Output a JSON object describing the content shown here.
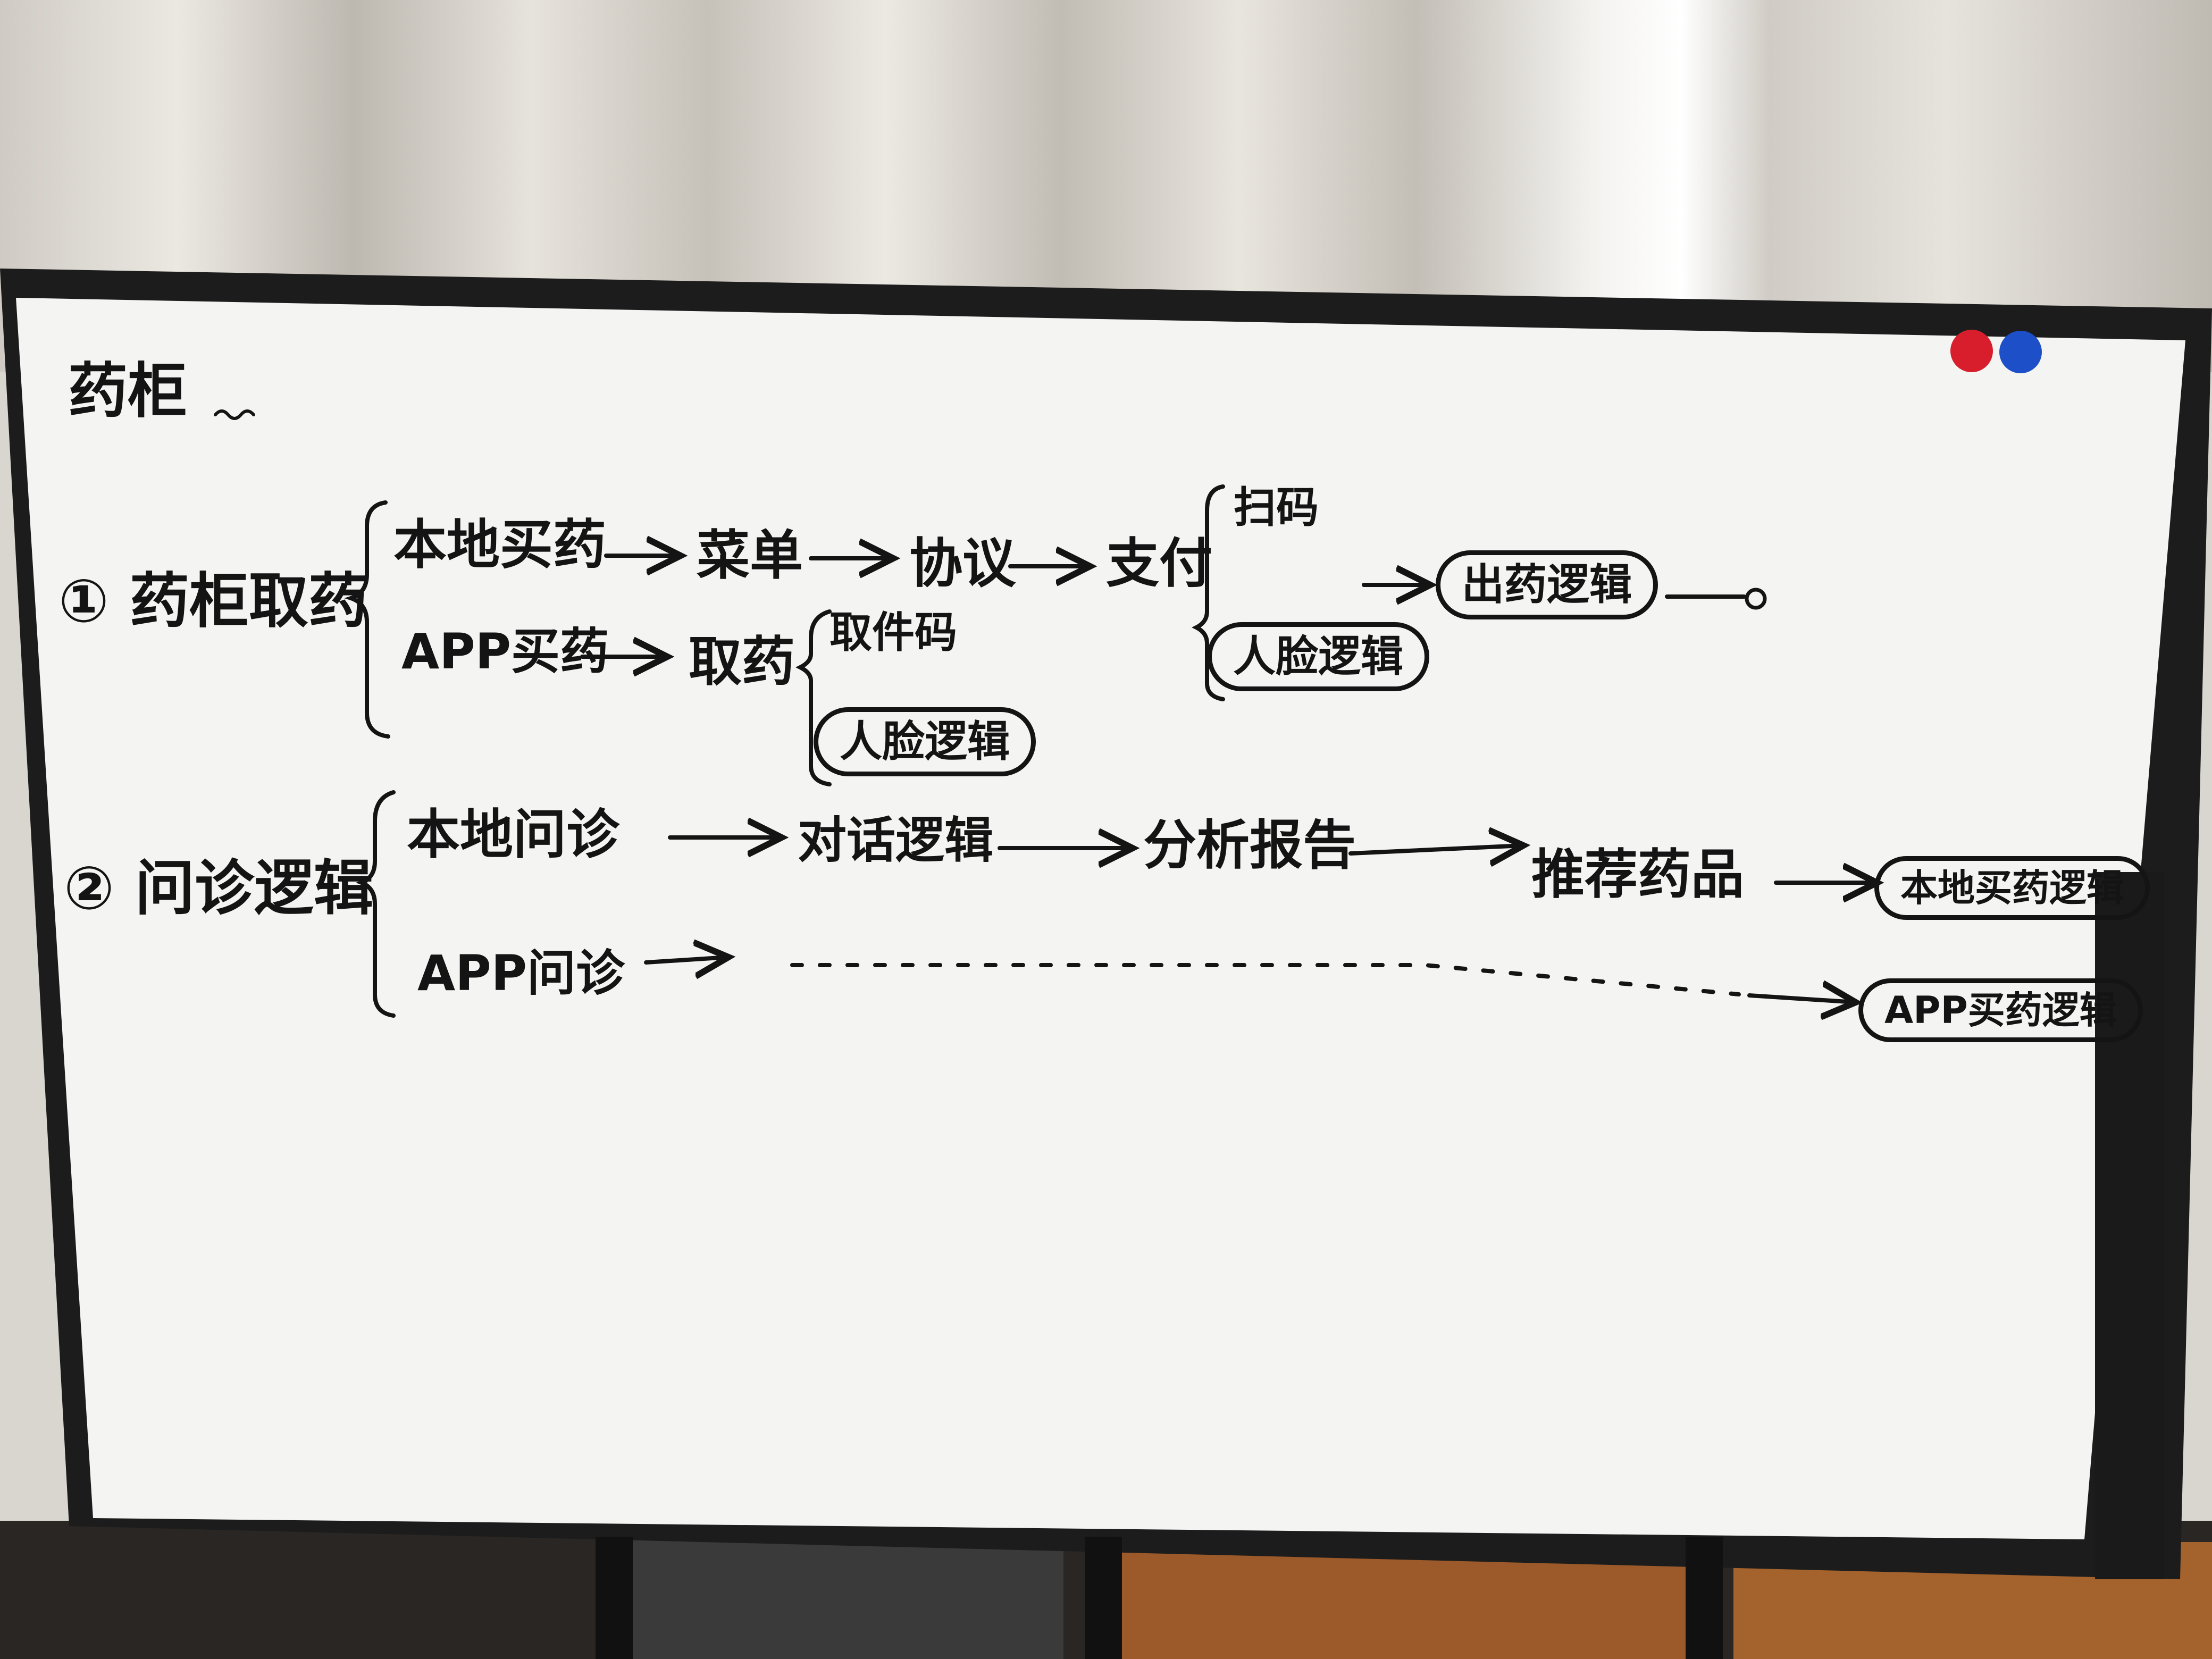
{
  "title": "药柜",
  "section1": {
    "label": "① 药柜取药",
    "local_branch": {
      "start": "本地买药",
      "steps": [
        "菜单",
        "协议",
        "支付"
      ],
      "pay_options": [
        "扫码",
        "人脸逻辑"
      ]
    },
    "app_branch": {
      "start": "APP买药",
      "step": "取药",
      "pickup_options": [
        "取件码",
        "人脸逻辑"
      ]
    },
    "output": "出药逻辑"
  },
  "section2": {
    "label": "② 问诊逻辑",
    "local_branch": {
      "start": "本地问诊",
      "steps": [
        "对话逻辑",
        "分析报告",
        "推荐药品"
      ],
      "target": "本地买药逻辑"
    },
    "app_branch": {
      "start": "APP问诊",
      "target": "APP买药逻辑"
    }
  },
  "colors": {
    "ink": "#141414",
    "board": "#f4f5f3",
    "frame": "#1c1c1c",
    "magnet_red": "#d81e2c",
    "magnet_blue": "#1d4fc9"
  }
}
